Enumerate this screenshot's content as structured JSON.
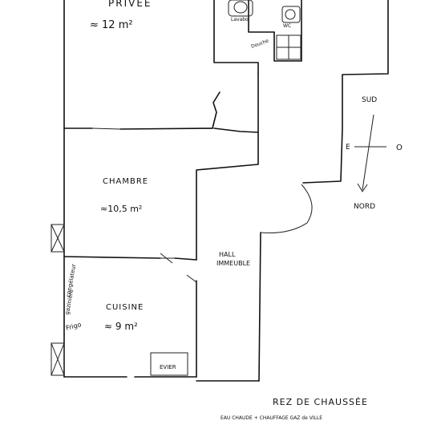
{
  "rooms": {
    "prive_label": "PRIVÉE",
    "prive_area": "≈ 12 m²",
    "chambre_label": "CHAMBRE",
    "chambre_area": "≈10,5 m²",
    "cuisine_label": "CUISINE",
    "cuisine_area": "≈ 9 m²",
    "hall_line1": "HALL",
    "hall_line2": "IMMEUBLE"
  },
  "fixtures": {
    "lavabo": "Lavabo",
    "wc": "WC",
    "douche": "Douche",
    "congelateur": "congélateur",
    "gaziniere": "gazinière",
    "frigo": "Frigo",
    "evier": "EVIER"
  },
  "compass": {
    "sud": "SUD",
    "nord": "NORD",
    "est": "E",
    "ouest": "O"
  },
  "footer": {
    "title": "REZ DE CHAUSSÉE",
    "subtitle": "EAU CHAUDE + CHAUFFAGE GAZ de VILLE"
  }
}
